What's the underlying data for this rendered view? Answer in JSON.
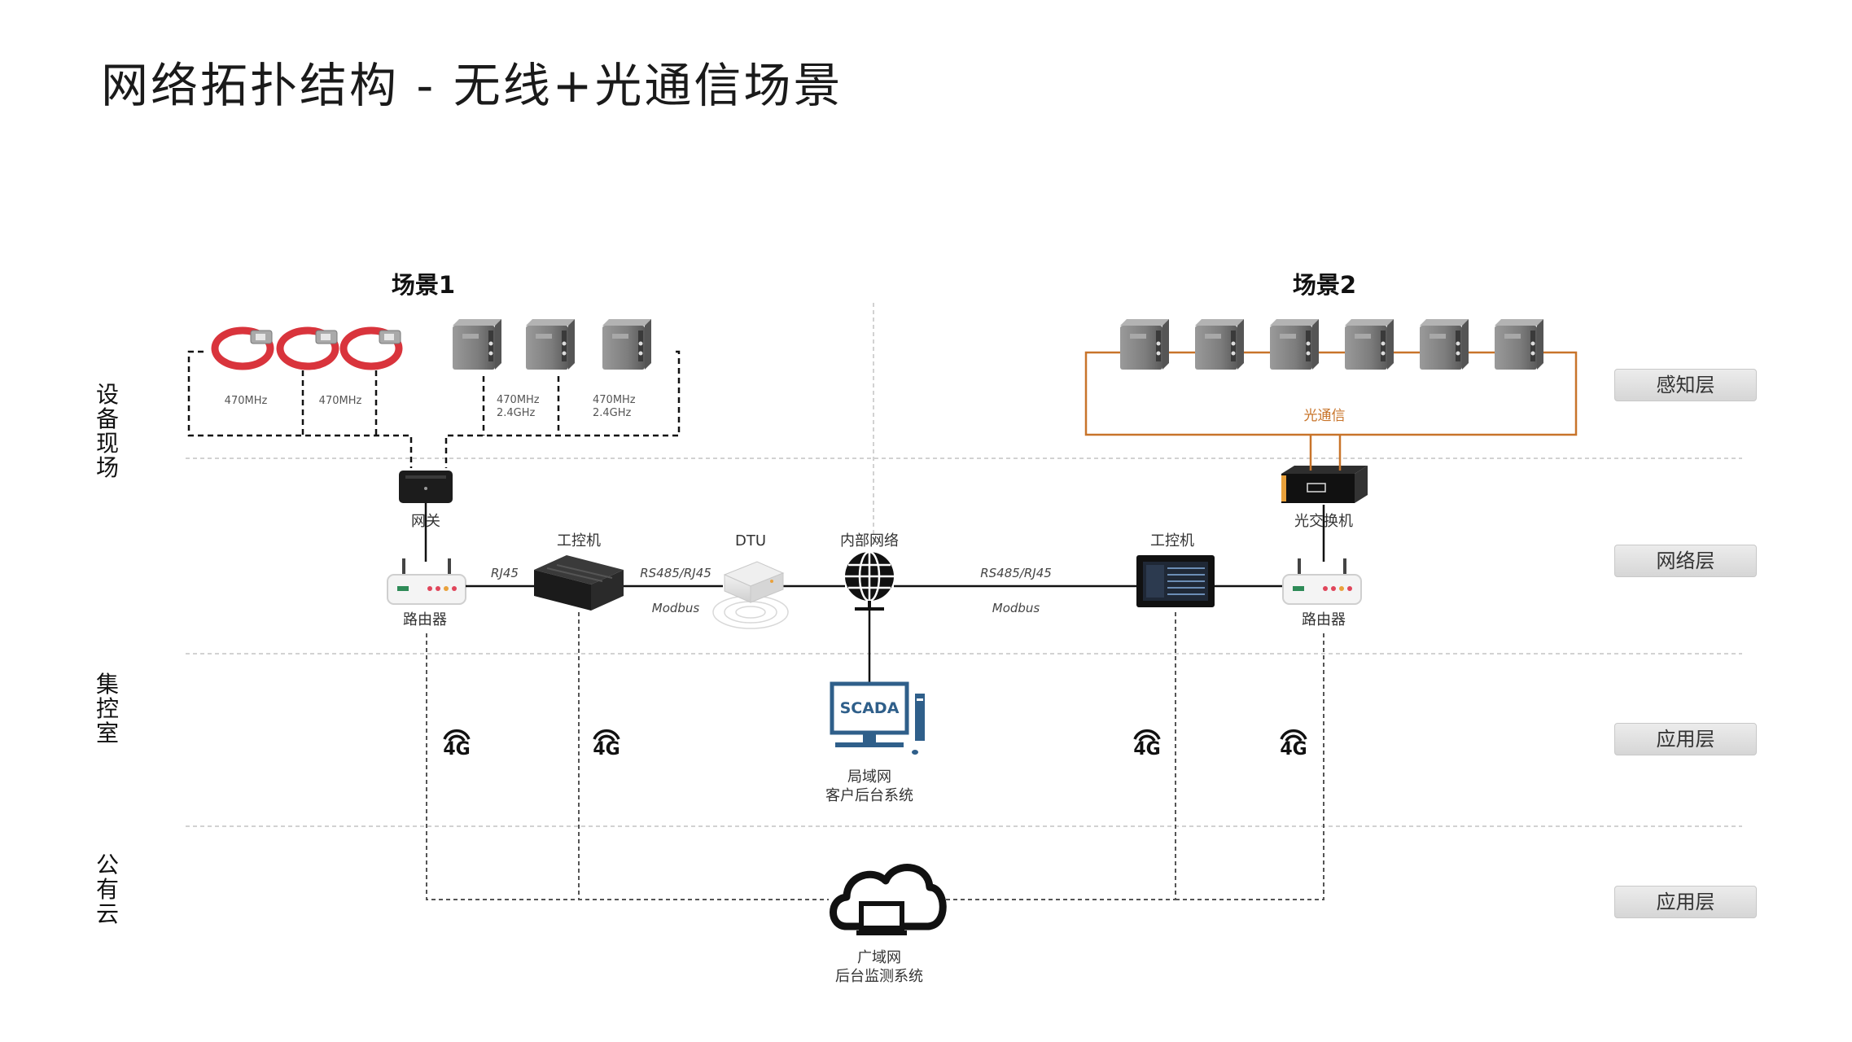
{
  "title": "网络拓扑结构 - 无线+光通信场景",
  "scenes": {
    "scene1": "场景1",
    "scene2": "场景2"
  },
  "zones": {
    "field": "设备现场",
    "control": "集控室",
    "cloud": "公有云"
  },
  "layers": {
    "perception": "感知层",
    "network": "网络层",
    "application1": "应用层",
    "application2": "应用层"
  },
  "scene1": {
    "freq1": "470MHz",
    "freq2": "470MHz",
    "freq3_line1": "470MHz",
    "freq3_line2": "2.4GHz",
    "freq4_line1": "470MHz",
    "freq4_line2": "2.4GHz",
    "gateway": "网关",
    "router": "路由器",
    "ipc": "工控机",
    "dtu": "DTU",
    "link_rj45": "RJ45",
    "link_rs485": "RS485/RJ45",
    "link_modbus": "Modbus"
  },
  "center": {
    "intranet": "内部网络",
    "scada": "SCADA",
    "lan_line1": "局域网",
    "lan_line2": "客户后台系统",
    "wan_line1": "广域网",
    "wan_line2": "后台监测系统"
  },
  "scene2": {
    "optical": "光通信",
    "switch": "光交换机",
    "ipc": "工控机",
    "router": "路由器",
    "link_rs485": "RS485/RJ45",
    "link_modbus": "Modbus"
  },
  "badge_4g": "4G",
  "colors": {
    "optical": "#c8742a",
    "strap": "#d9343c",
    "sensor": "#8a8a8a",
    "dash": "#bbbbbb"
  }
}
